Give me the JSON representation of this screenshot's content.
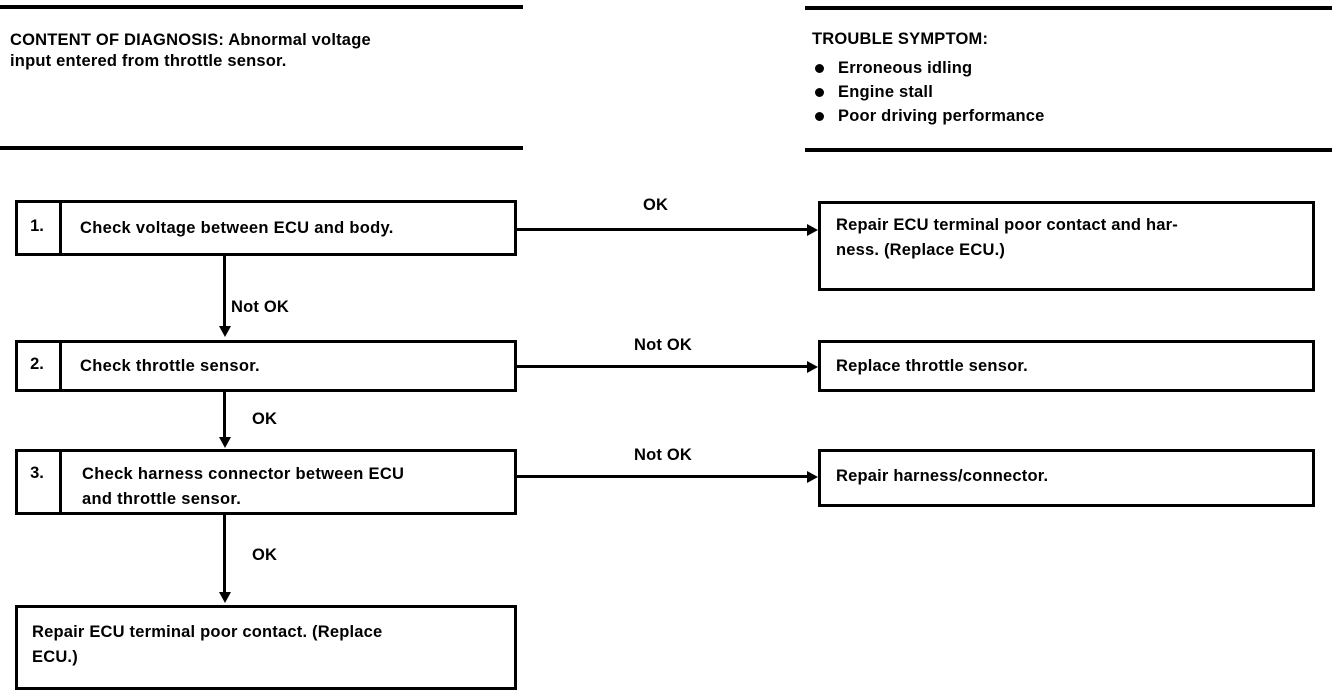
{
  "document": {
    "title": "Diagnostic Flow Chart - Throttle Sensor Abnormal Voltage"
  },
  "header": {
    "diagnosis": {
      "label": "CONTENT OF DIAGNOSIS:",
      "text": "CONTENT OF DIAGNOSIS: Abnormal voltage\ninput entered from throttle sensor."
    },
    "symptom": {
      "title": "TROUBLE SYMPTOM:",
      "items": [
        "Erroneous idling",
        "Engine stall",
        "Poor driving performance"
      ]
    }
  },
  "flow": {
    "steps": [
      {
        "number": "1.",
        "text": "Check voltage between ECU and body.",
        "branch_label": "OK",
        "result": "Repair ECU terminal poor contact and har-\nness. (Replace ECU.)",
        "next_label": "Not OK"
      },
      {
        "number": "2.",
        "text": "Check throttle sensor.",
        "branch_label": "Not OK",
        "result": "Replace throttle sensor.",
        "next_label": "OK"
      },
      {
        "number": "3.",
        "text": "Check harness connector between ECU\nand throttle sensor.",
        "branch_label": "Not OK",
        "result": "Repair harness/connector.",
        "next_label": "OK"
      }
    ],
    "final": {
      "text": "Repair  ECU  terminal  poor  contact.  (Replace\nECU.)"
    }
  },
  "colors": {
    "ink": "#000000",
    "paper": "#ffffff"
  }
}
